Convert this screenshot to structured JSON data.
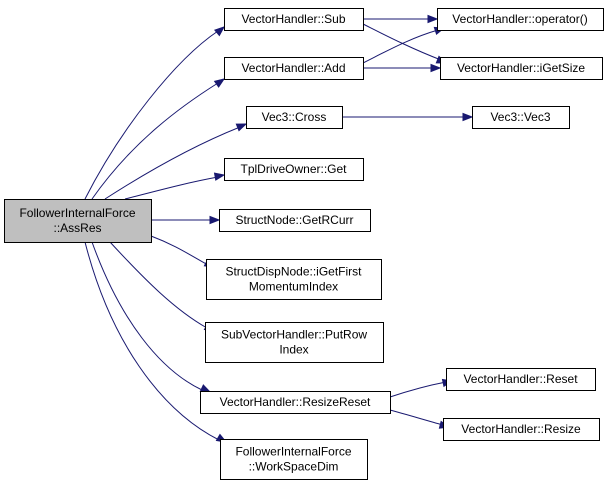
{
  "graph": {
    "nodes": [
      {
        "id": "root",
        "lines": [
          "FollowerInternalForce",
          "::AssRes"
        ],
        "root": true
      },
      {
        "id": "sub",
        "lines": [
          "VectorHandler::Sub"
        ]
      },
      {
        "id": "add",
        "lines": [
          "VectorHandler::Add"
        ]
      },
      {
        "id": "cross",
        "lines": [
          "Vec3::Cross"
        ]
      },
      {
        "id": "get",
        "lines": [
          "TplDriveOwner::Get"
        ]
      },
      {
        "id": "getrcurr",
        "lines": [
          "StructNode::GetRCurr"
        ]
      },
      {
        "id": "igetfirst",
        "lines": [
          "StructDispNode::iGetFirst",
          "MomentumIndex"
        ]
      },
      {
        "id": "putrow",
        "lines": [
          "SubVectorHandler::PutRow",
          "Index"
        ]
      },
      {
        "id": "resizereset",
        "lines": [
          "VectorHandler::ResizeReset"
        ]
      },
      {
        "id": "workspacedim",
        "lines": [
          "FollowerInternalForce",
          "::WorkSpaceDim"
        ]
      },
      {
        "id": "operator",
        "lines": [
          "VectorHandler::operator()"
        ]
      },
      {
        "id": "igetsize",
        "lines": [
          "VectorHandler::iGetSize"
        ]
      },
      {
        "id": "vec3",
        "lines": [
          "Vec3::Vec3"
        ]
      },
      {
        "id": "reset",
        "lines": [
          "VectorHandler::Reset"
        ]
      },
      {
        "id": "resize",
        "lines": [
          "VectorHandler::Resize"
        ]
      }
    ],
    "edges": [
      [
        "root",
        "sub"
      ],
      [
        "root",
        "add"
      ],
      [
        "root",
        "cross"
      ],
      [
        "root",
        "get"
      ],
      [
        "root",
        "getrcurr"
      ],
      [
        "root",
        "igetfirst"
      ],
      [
        "root",
        "putrow"
      ],
      [
        "root",
        "resizereset"
      ],
      [
        "root",
        "workspacedim"
      ],
      [
        "sub",
        "operator"
      ],
      [
        "sub",
        "igetsize"
      ],
      [
        "add",
        "operator"
      ],
      [
        "add",
        "igetsize"
      ],
      [
        "cross",
        "vec3"
      ],
      [
        "resizereset",
        "reset"
      ],
      [
        "resizereset",
        "resize"
      ]
    ]
  }
}
